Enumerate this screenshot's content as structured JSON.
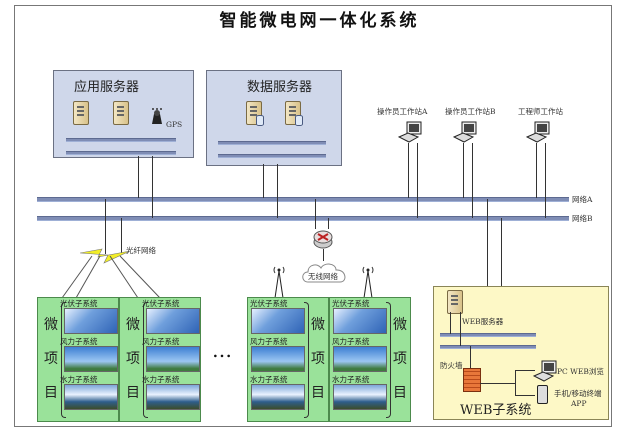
{
  "title": "智能微电网一体化系统",
  "app_server_group": {
    "label": "应用服务器",
    "gps_label": "GPS"
  },
  "data_server_group": {
    "label": "数据服务器"
  },
  "workstations": [
    {
      "label": "操作员工作站A"
    },
    {
      "label": "操作员工作站B"
    },
    {
      "label": "工程师工作站"
    }
  ],
  "networks": {
    "network_a": "网络A",
    "network_b": "网络B",
    "fiber": "光纤网络",
    "wireless": "无线网络"
  },
  "micro_projects": {
    "name_chars": [
      "微",
      "项",
      "目"
    ],
    "subsystems": [
      "光伏子系统",
      "风力子系统",
      "水力子系统"
    ],
    "ellipsis": "…"
  },
  "web_subsystem": {
    "title": "WEB子系统",
    "server_label": "WEB服务器",
    "firewall_label": "防火墙",
    "pc_browse_label": "PC WEB浏览",
    "mobile_label_line1": "手机/移动终端",
    "mobile_label_line2": "APP"
  }
}
